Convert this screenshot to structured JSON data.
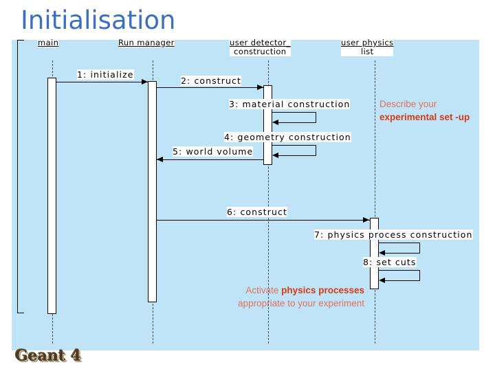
{
  "slide": {
    "title": "Initialisation",
    "logo": "Geant 4",
    "title_color": "#3B6FC4",
    "panel_color": "#BFE3F7",
    "note_color": "#E2725B",
    "note_bold_color": "#D73B11"
  },
  "diagram": {
    "type": "uml-sequence",
    "lifelines": [
      {
        "id": "main",
        "label_line1": "main",
        "label_line2": ""
      },
      {
        "id": "runmgr",
        "label_line1": "Run manager",
        "label_line2": ""
      },
      {
        "id": "detector",
        "label_line1": "user detector_",
        "label_line2": "construction"
      },
      {
        "id": "physics",
        "label_line1": "user physics",
        "label_line2": "list"
      }
    ],
    "messages": [
      {
        "num": "1",
        "label": "1: initialize",
        "from": "main",
        "to": "runmgr"
      },
      {
        "num": "2",
        "label": "2: construct",
        "from": "runmgr",
        "to": "detector"
      },
      {
        "num": "3",
        "label": "3: material construction",
        "from": "detector",
        "to": "detector"
      },
      {
        "num": "4",
        "label": "4: geometry construction",
        "from": "detector",
        "to": "detector"
      },
      {
        "num": "5",
        "label": "5: world volume",
        "from": "detector",
        "to": "runmgr"
      },
      {
        "num": "6",
        "label": "6: construct",
        "from": "runmgr",
        "to": "physics"
      },
      {
        "num": "7",
        "label": "7: physics process construction",
        "from": "physics",
        "to": "physics"
      },
      {
        "num": "8",
        "label": "8: set cuts",
        "from": "physics",
        "to": "physics"
      }
    ]
  },
  "annotations": {
    "detector_note": {
      "plain1": "Describe your ",
      "bold": "experimental set -up"
    },
    "physics_note": {
      "plain1": "Activate ",
      "bold1": "physics processes",
      "plain2": " appropriate to your experiment"
    }
  }
}
